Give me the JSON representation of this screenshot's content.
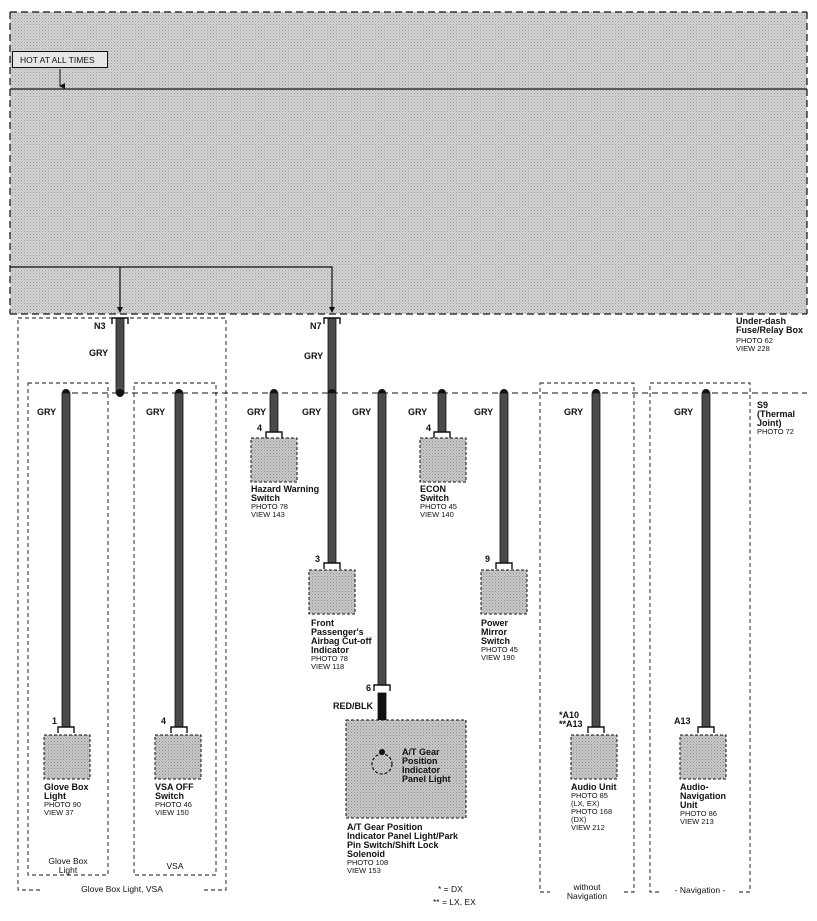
{
  "hot_label": "HOT AT ALL TIMES",
  "fuse_box": {
    "name": "Under-dash\nFuse/Relay Box",
    "ref": "PHOTO 62\nVIEW 228"
  },
  "joint": {
    "name": "S9\n(Thermal\nJoint)",
    "ref": "PHOTO 72"
  },
  "fuses": {
    "n3": "N3",
    "n7": "N7"
  },
  "wire_gry": "GRY",
  "wire_red_blk": "RED/BLK",
  "components": {
    "glove_box_light": {
      "name": "Glove Box\nLight",
      "ref": "PHOTO 90\nVIEW 37",
      "pin": "1"
    },
    "vsa_off_switch": {
      "name": "VSA OFF\nSwitch",
      "ref": "PHOTO 46\nVIEW 150",
      "pin": "4"
    },
    "hazard_switch": {
      "name": "Hazard Warning\nSwitch",
      "ref": "PHOTO 78\nVIEW 143",
      "pin": "4"
    },
    "airbag_indicator": {
      "name": "Front\nPassenger's\nAirbag Cut-off\nIndicator",
      "ref": "PHOTO 78\nVIEW 118",
      "pin": "3"
    },
    "at_gear": {
      "name": "A/T Gear Position\nIndicator Panel Light/Park\nPin Switch/Shift Lock\nSolenoid",
      "ref": "PHOTO 108\nVIEW 153",
      "pin": "6",
      "inner": "A/T Gear\nPosition\nIndicator\nPanel Light"
    },
    "econ_switch": {
      "name": "ECON\nSwitch",
      "ref": "PHOTO 45\nVIEW 140",
      "pin": "4"
    },
    "power_mirror": {
      "name": "Power\nMirror\nSwitch",
      "ref": "PHOTO 45\nVIEW 190",
      "pin": "9"
    },
    "audio_unit": {
      "name": "Audio Unit",
      "ref": "PHOTO 85\n(LX, EX)\nPHOTO 168\n(DX)\nVIEW 212",
      "pin": "*A10\n**A13"
    },
    "audio_nav": {
      "name": "Audio-\nNavigation\nUnit",
      "ref": "PHOTO 86\nVIEW 213",
      "pin": "A13"
    }
  },
  "groups": {
    "glove_box_light": "Glove Box\nLight",
    "vsa": "VSA",
    "glove_vsa": "Glove Box Light, VSA",
    "without_nav": "without\nNavigation",
    "nav": "- Navigation -"
  },
  "legend": {
    "dx": "* = DX",
    "lx_ex": "** = LX, EX"
  },
  "colors": {
    "wire": "#4a4a4a",
    "wire_red_blk": "#111111",
    "box_fill": "#bdbdbd",
    "panel_fill": "#cfcfcf"
  }
}
